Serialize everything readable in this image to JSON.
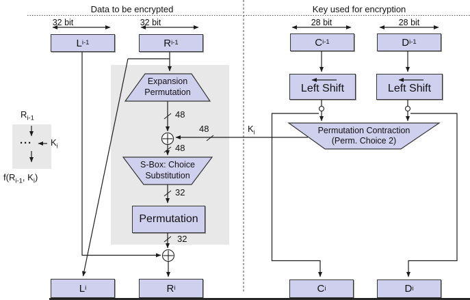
{
  "header": {
    "left_title": "Data to be encrypted",
    "right_title": "Key used for encryption"
  },
  "bits": {
    "l1": "32 bit",
    "l2": "32 bit",
    "r1": "28 bit",
    "r2": "28 bit"
  },
  "boxes": {
    "l_prev": {
      "main": "L",
      "sub": "i-1"
    },
    "r_prev": {
      "main": "R",
      "sub": "i-1"
    },
    "c_prev": {
      "main": "C",
      "sub": "i-1"
    },
    "d_prev": {
      "main": "D",
      "sub": "i-1"
    },
    "l_i": {
      "main": "L",
      "sub": "i"
    },
    "r_i": {
      "main": "R",
      "sub": "i"
    },
    "c_i": {
      "main": "C",
      "sub": "i"
    },
    "d_i": {
      "main": "D",
      "sub": "i"
    }
  },
  "nodes": {
    "expansion": {
      "line1": "Expansion",
      "line2": "Permutation"
    },
    "sbox": {
      "line1": "S-Box: Choice",
      "line2": "Substitution"
    },
    "permutation": {
      "label": "Permutation"
    },
    "left_shift_1": {
      "label": "Left Shift"
    },
    "left_shift_2": {
      "label": "Left Shift"
    },
    "perm_contraction": {
      "line1": "Permutation Contraction",
      "line2": "(Perm. Choice 2)"
    }
  },
  "wires": {
    "w48_top": "48",
    "w48_key": "48",
    "w48_mid": "48",
    "w32_a": "32",
    "w32_b": "32",
    "key": {
      "main": "K",
      "sub": "i"
    }
  },
  "legend": {
    "r": {
      "main": "R",
      "sub": "i-1"
    },
    "dots": "···",
    "key": {
      "main": "K",
      "sub": "i"
    },
    "f": {
      "p1": "f(R",
      "s1": "i-1",
      "p2": ", K",
      "s2": "i",
      "p3": ")"
    }
  },
  "colors": {
    "box_fill": "#cfcfee",
    "box_border": "#333333",
    "gray_panel": "#e8e8e8",
    "line": "#1c1c1c"
  }
}
